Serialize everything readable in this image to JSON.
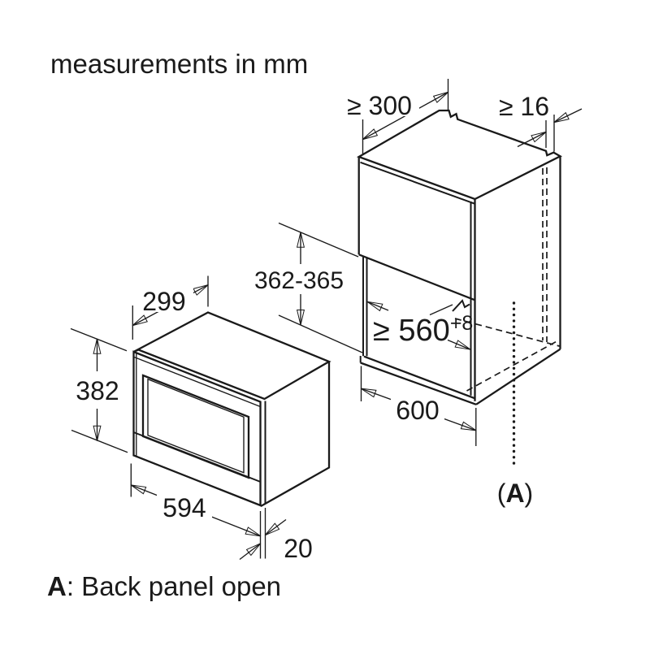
{
  "title": "measurements in mm",
  "footnote": {
    "label": "A",
    "text": ": Back panel open"
  },
  "colors": {
    "line": "#1a1a1a",
    "background": "#ffffff"
  },
  "microwave": {
    "name": "built-in microwave oven (isometric view)",
    "dims": {
      "depth": {
        "label": "299"
      },
      "height": {
        "label": "382"
      },
      "width": {
        "label": "594"
      },
      "door_overhang": {
        "label": "20"
      }
    }
  },
  "cabinet": {
    "name": "cabinet niche (isometric view, back panel open)",
    "dims": {
      "top_clearance": {
        "label": "≥ 300"
      },
      "panel_thickness": {
        "label": "≥ 16"
      },
      "niche_height": {
        "label": "362-365"
      },
      "niche_width": {
        "label": "≥ 560",
        "sup": "+8"
      },
      "cabinet_width": {
        "label": "600"
      },
      "section_marker": {
        "open": "(",
        "letter": "A",
        "close": ")"
      }
    }
  }
}
